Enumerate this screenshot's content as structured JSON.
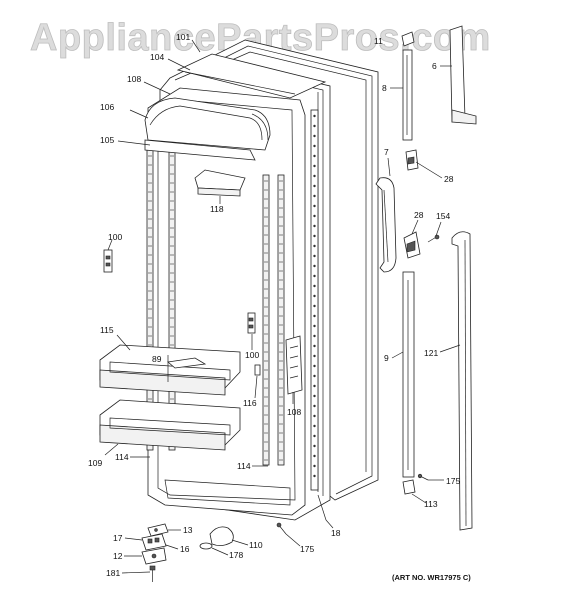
{
  "watermark": "AppliancePartsPros.com",
  "art_number": "(ART NO. WR17975 C)",
  "callouts": [
    {
      "id": "c-101",
      "text": "101"
    },
    {
      "id": "c-104",
      "text": "104"
    },
    {
      "id": "c-108a",
      "text": "108"
    },
    {
      "id": "c-106",
      "text": "106"
    },
    {
      "id": "c-105",
      "text": "105"
    },
    {
      "id": "c-118",
      "text": "118"
    },
    {
      "id": "c-100a",
      "text": "100"
    },
    {
      "id": "c-115",
      "text": "115"
    },
    {
      "id": "c-89",
      "text": "89"
    },
    {
      "id": "c-100b",
      "text": "100"
    },
    {
      "id": "c-116",
      "text": "116"
    },
    {
      "id": "c-108b",
      "text": "108"
    },
    {
      "id": "c-109",
      "text": "109"
    },
    {
      "id": "c-114a",
      "text": "114"
    },
    {
      "id": "c-114b",
      "text": "114"
    },
    {
      "id": "c-18",
      "text": "18"
    },
    {
      "id": "c-11",
      "text": "11"
    },
    {
      "id": "c-6",
      "text": "6"
    },
    {
      "id": "c-8",
      "text": "8"
    },
    {
      "id": "c-7",
      "text": "7"
    },
    {
      "id": "c-28a",
      "text": "28"
    },
    {
      "id": "c-28b",
      "text": "28"
    },
    {
      "id": "c-154",
      "text": "154"
    },
    {
      "id": "c-9",
      "text": "9"
    },
    {
      "id": "c-121",
      "text": "121"
    },
    {
      "id": "c-175a",
      "text": "175"
    },
    {
      "id": "c-113",
      "text": "113"
    },
    {
      "id": "c-13",
      "text": "13"
    },
    {
      "id": "c-17",
      "text": "17"
    },
    {
      "id": "c-16",
      "text": "16"
    },
    {
      "id": "c-12",
      "text": "12"
    },
    {
      "id": "c-178",
      "text": "178"
    },
    {
      "id": "c-110",
      "text": "110"
    },
    {
      "id": "c-175b",
      "text": "175"
    },
    {
      "id": "c-181",
      "text": "181"
    }
  ]
}
